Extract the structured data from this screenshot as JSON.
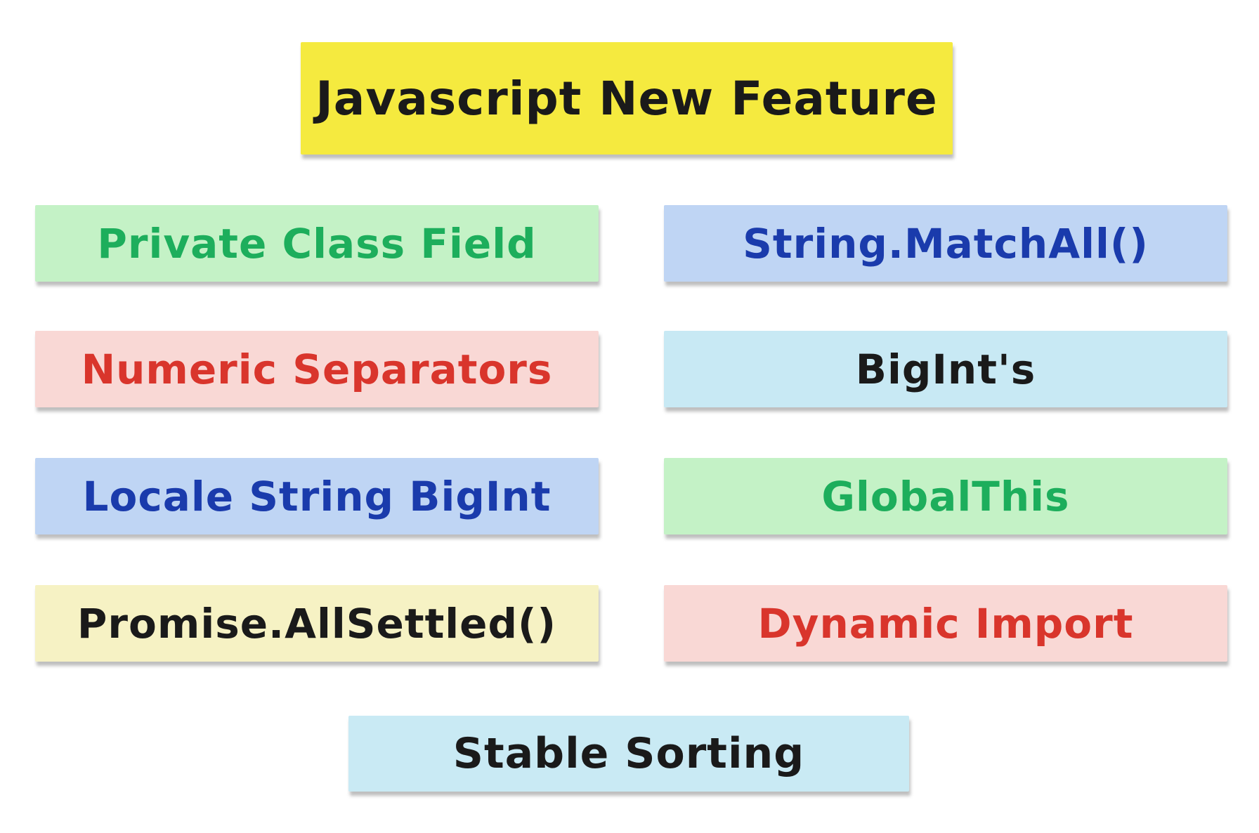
{
  "title": {
    "label": "Javascript New Feature",
    "bg": "#f5ea3f",
    "fg": "#1a1a1a"
  },
  "features": [
    {
      "label": "Private Class Field",
      "bg": "#c4f2c6",
      "fg": "#1dae5c"
    },
    {
      "label": "String.MatchAll()",
      "bg": "#bfd5f4",
      "fg": "#1a3bac"
    },
    {
      "label": "Numeric Separators",
      "bg": "#f9d8d5",
      "fg": "#d9352c"
    },
    {
      "label": "BigInt's",
      "bg": "#c8e9f4",
      "fg": "#1a1a1a"
    },
    {
      "label": "Locale String BigInt",
      "bg": "#bfd5f4",
      "fg": "#1a3bac"
    },
    {
      "label": "GlobalThis",
      "bg": "#c4f2c6",
      "fg": "#1dae5c"
    },
    {
      "label": "Promise.AllSettled()",
      "bg": "#f6f2c4",
      "fg": "#1a1a1a"
    },
    {
      "label": "Dynamic Import",
      "bg": "#f9d8d5",
      "fg": "#d9352c"
    }
  ],
  "footer": {
    "label": "Stable Sorting",
    "bg": "#c9eaf4",
    "fg": "#1a1a1a"
  }
}
